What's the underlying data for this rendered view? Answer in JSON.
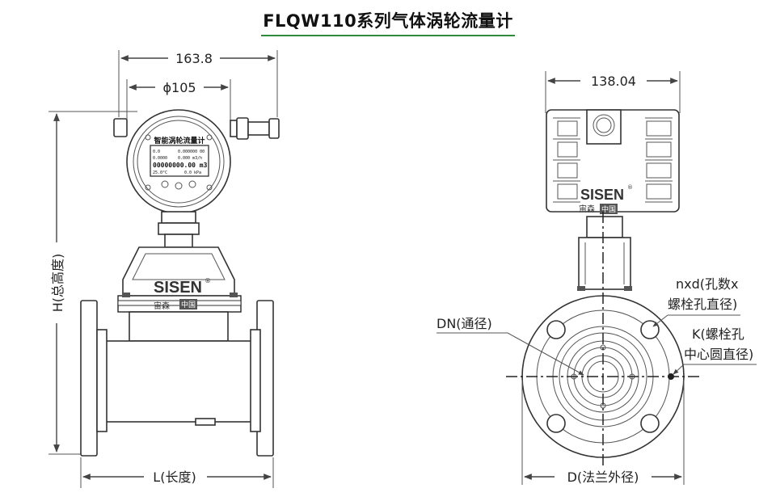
{
  "title": "FLQW110系列气体涡轮流量计",
  "front_view": {
    "dim_overall_width": "163.8",
    "dim_head_diameter": "ϕ105",
    "dim_height": "H(总高度)",
    "dim_length": "L(长度)",
    "display": {
      "header": "智能涡轮流量计",
      "row1_left": "0.0",
      "row1_right": "0.000000 00",
      "row2_left": "0.0000",
      "row2_right": "0.000 m3/h",
      "row3": "00000000.00 m3",
      "row4_left": "25.0°C",
      "row4_right": "0.0 kPa"
    },
    "brand_text": "SISEN",
    "brand_sub": "宙森",
    "brand_sub2": "中国"
  },
  "side_view": {
    "dim_width": "138.04",
    "dim_dn": "DN(通径)",
    "dim_bolts_line1": "nxd(孔数x",
    "dim_bolts_line2": "螺栓孔直径)",
    "dim_k_line1": "K(螺栓孔",
    "dim_k_line2": "中心圆直径)",
    "dim_d": "D(法兰外径)",
    "brand_text": "SISEN",
    "brand_sub": "宙森",
    "brand_sub2": "中国"
  },
  "colors": {
    "title_underline": "#2f8a3c",
    "line": "#333333"
  }
}
